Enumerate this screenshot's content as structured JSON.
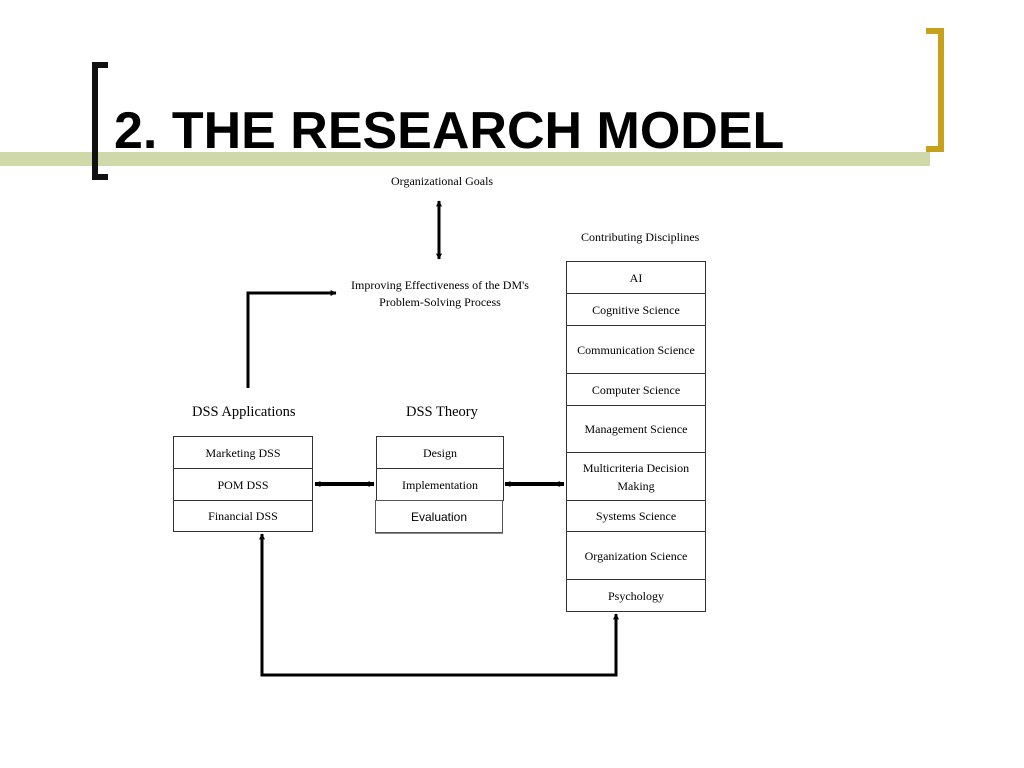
{
  "slide": {
    "title": "2. THE RESEARCH MODEL"
  },
  "diagram": {
    "organizational_goals": "Organizational Goals",
    "improving_line1": "Improving Effectiveness of the DM's",
    "improving_line2": "Problem-Solving Process",
    "contributing_header": "Contributing Disciplines",
    "disciplines": [
      "AI",
      "Cognitive Science",
      "Communication Science",
      "Computer Science",
      "Management Science",
      "Multicriteria Decision Making",
      "Systems Science",
      "Organization Science",
      "Psychology"
    ],
    "dss_applications_header": "DSS Applications",
    "dss_applications": [
      "Marketing DSS",
      "POM DSS",
      "Financial DSS"
    ],
    "dss_theory_header": "DSS Theory",
    "dss_theory": [
      "Design",
      "Implementation",
      "Evaluation"
    ]
  }
}
